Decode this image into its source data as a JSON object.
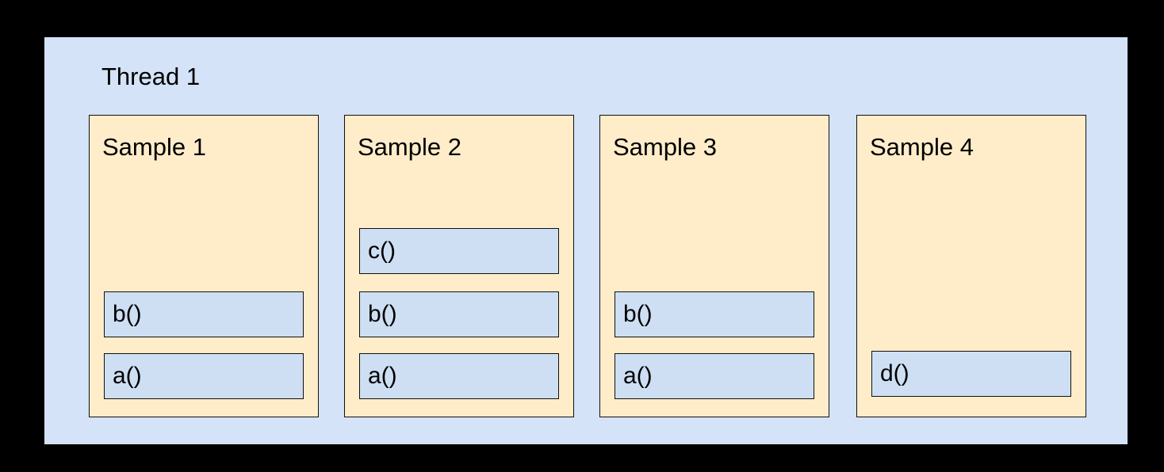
{
  "diagram": {
    "type": "stack-sample-diagram",
    "colors": {
      "background": "#000000",
      "thread_panel": "#d4e3f7",
      "sample_box": "#ffedca",
      "frame_box": "#cedff4",
      "border": "#12100c",
      "text": "#000000"
    },
    "thread": {
      "label": "Thread 1",
      "samples": [
        {
          "label": "Sample 1",
          "frames": [
            {
              "label": "b()",
              "depth_slot": "depth-1"
            },
            {
              "label": "a()",
              "depth_slot": "depth-0"
            }
          ]
        },
        {
          "label": "Sample 2",
          "frames": [
            {
              "label": "c()",
              "depth_slot": "depth-2"
            },
            {
              "label": "b()",
              "depth_slot": "depth-1"
            },
            {
              "label": "a()",
              "depth_slot": "depth-0"
            }
          ]
        },
        {
          "label": "Sample 3",
          "frames": [
            {
              "label": "b()",
              "depth_slot": "depth-1"
            },
            {
              "label": "a()",
              "depth_slot": "depth-0"
            }
          ]
        },
        {
          "label": "Sample 4",
          "frames": [
            {
              "label": "d()",
              "depth_slot": "depth-d"
            }
          ]
        }
      ]
    }
  }
}
